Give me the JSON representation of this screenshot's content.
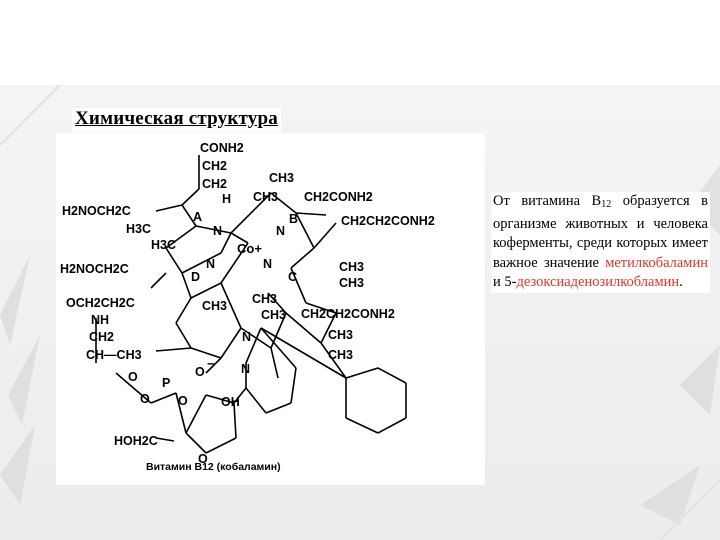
{
  "slide": {
    "title": "Химическая структура",
    "description": {
      "part1": "От витамина В",
      "sub": "12",
      "part2": " образуется в организме животных и человека коферменты, среди которых имеет важное значение ",
      "term1": "метилкобаламин",
      "and": " и 5-",
      "term2": "дезоксиаденозилкобламин",
      "end": "."
    }
  },
  "structure": {
    "conh2_top": "CONH2",
    "ch2_a": "CH2",
    "ch2_b": "CH2",
    "h_a": "H",
    "ch3_a": "CH3",
    "ch3_b": "CH3",
    "ch2conh2_r": "CH2CONH2",
    "h2noc_a": "H2NOCH2C",
    "ring_a": "A",
    "ring_b": "B",
    "ch2ch2conh2_r": "CH2CH2CONH2",
    "h3c_a": "H3C",
    "h3c_b": "H3C",
    "n_1": "N",
    "n_2": "N",
    "co": "Co+",
    "h2noc_b": "H2NOCH2C",
    "n_3": "N",
    "n_4": "N",
    "ch3_c": "CH3",
    "ring_d": "D",
    "ring_c": "C",
    "ch3_d": "CH3",
    "och2ch2c": "OCH2CH2C",
    "ch3_e": "CH3",
    "ch3_f": "CH3",
    "ch3_g": "CH3",
    "ch2ch2conh2_b": "CH2CH2CONH2",
    "nh": "NH",
    "ch2_c": "CH2",
    "ch_ch3": "CH—CH3",
    "n_5": "N",
    "ch3_h": "CH3",
    "ch3_i": "CH3",
    "o_1": "O",
    "p": "P",
    "o_minus": "O",
    "minus": "−",
    "o_2": "O",
    "o_3": "O",
    "n_6": "N",
    "oh": "OH",
    "o_ring": "O",
    "hoh2c": "HOH2C",
    "caption": "Витамин B12 (кобаламин)"
  }
}
